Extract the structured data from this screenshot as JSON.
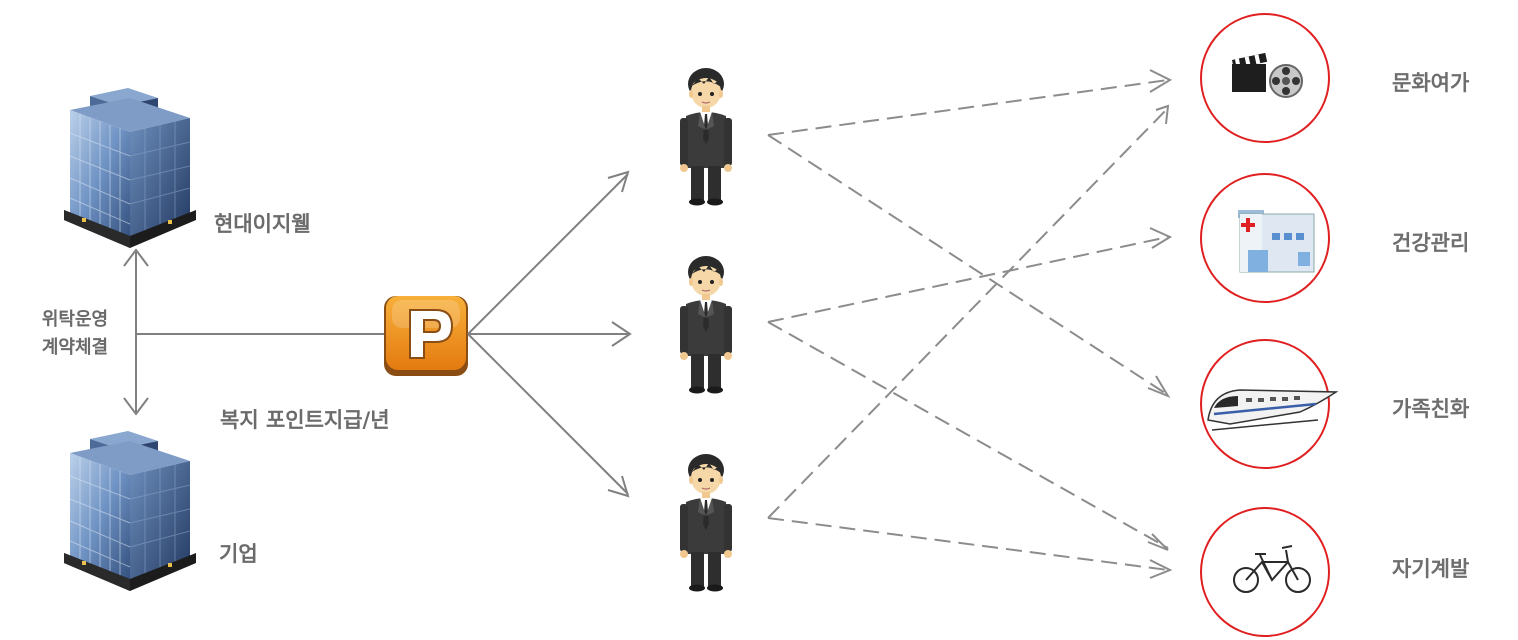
{
  "labels": {
    "hyundai": "현대이지웰",
    "enterprise": "기업",
    "contract_line1": "위탁운영",
    "contract_line2": "계약체결",
    "points": "복지 포인트지급/년"
  },
  "categories": [
    {
      "label": "문화여가",
      "icon": "film-reel-clapperboard-icon"
    },
    {
      "label": "건강관리",
      "icon": "hospital-icon"
    },
    {
      "label": "가족친화",
      "icon": "bullet-train-icon"
    },
    {
      "label": "자기계발",
      "icon": "bicycle-icon"
    }
  ],
  "point_icon": {
    "letter": "P",
    "color": "#f39c12"
  },
  "colors": {
    "arrow": "#808080",
    "circle": "#e02020",
    "text": "#6b6b6b"
  }
}
